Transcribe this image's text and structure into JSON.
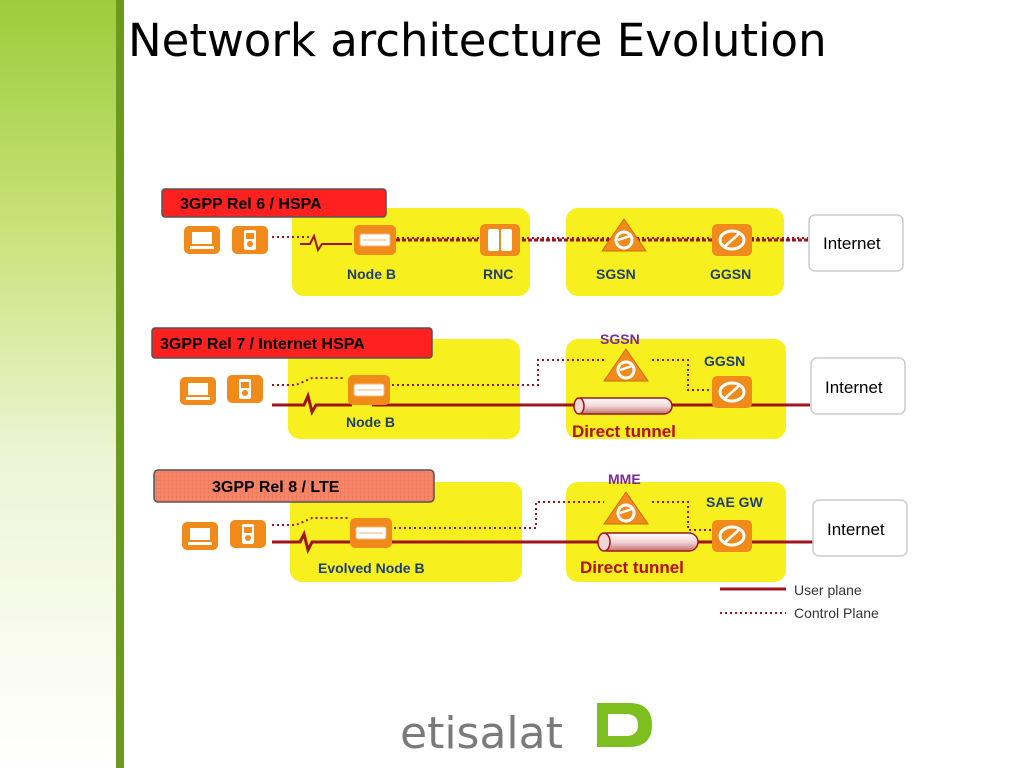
{
  "slide": {
    "title": "Network architecture Evolution"
  },
  "rows": [
    {
      "release": "3GPP Rel 6 / HSPA",
      "nodes": [
        "Node B",
        "RNC",
        "SGSN",
        "GGSN"
      ],
      "internet": "Internet"
    },
    {
      "release": "3GPP Rel 7 / Internet HSPA",
      "nodes": [
        "Node B",
        "SGSN",
        "GGSN"
      ],
      "tunnel": "Direct tunnel",
      "internet": "Internet"
    },
    {
      "release": "3GPP Rel 8 / LTE",
      "nodes": [
        "Evolved Node B",
        "MME",
        "SAE GW"
      ],
      "tunnel": "Direct tunnel",
      "internet": "Internet"
    }
  ],
  "legend": {
    "user_plane": "User plane",
    "control_plane": "Control Plane"
  },
  "logo": "etisalat",
  "colors": {
    "panel": "#f7f01e",
    "user_plane": "#a0141e",
    "control_plane": "#a0141e",
    "device_orange": "#f08a1a",
    "release_red": "#ff2020",
    "release_salmon": "#f5866a",
    "left_band": "#9ccc3b"
  },
  "icons": [
    "laptop-icon",
    "phone-icon",
    "node-b-icon",
    "rnc-icon",
    "sgsn-icon",
    "ggsn-icon",
    "tunnel-icon",
    "etisalat-logo-icon"
  ]
}
